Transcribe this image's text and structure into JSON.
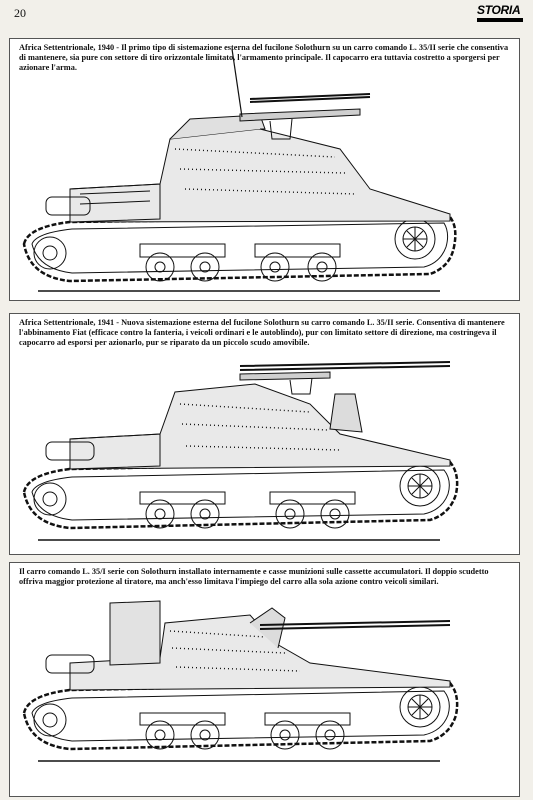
{
  "page": {
    "number": "20"
  },
  "logo": {
    "text": "STORIA"
  },
  "panels": [
    {
      "caption": "Africa Settentrionale, 1940 - Il primo tipo di sistemazione esterna del fucilone Solothurn su un carro comando L. 35/II serie che consentiva di mantenere, sia pure con settore di tiro orizzontale limitato, l'armamento principale. Il capocarro era tuttavia costretto a sporgersi per azionare l'arma."
    },
    {
      "caption": "Africa Settentrionale, 1941 - Nuova sistemazione esterna del fucilone Solothurn su carro comando L. 35/II serie. Consentiva di mantenere l'abbinamento Fiat (efficace contro la fanteria, i veicoli ordinari e le autoblindo), pur con limitato settore di direzione, ma costringeva il capocarro ad esporsi per azionarlo, pur se riparato da un piccolo scudo amovibile."
    },
    {
      "caption": "Il carro comando L. 35/I serie con Solothurn installato internamente e casse munizioni sulle cassette accumulatori. Il doppio scudetto offriva maggior protezione al tiratore, ma anch'esso limitava l'impiego del carro alla sola azione contro veicoli similari."
    }
  ]
}
